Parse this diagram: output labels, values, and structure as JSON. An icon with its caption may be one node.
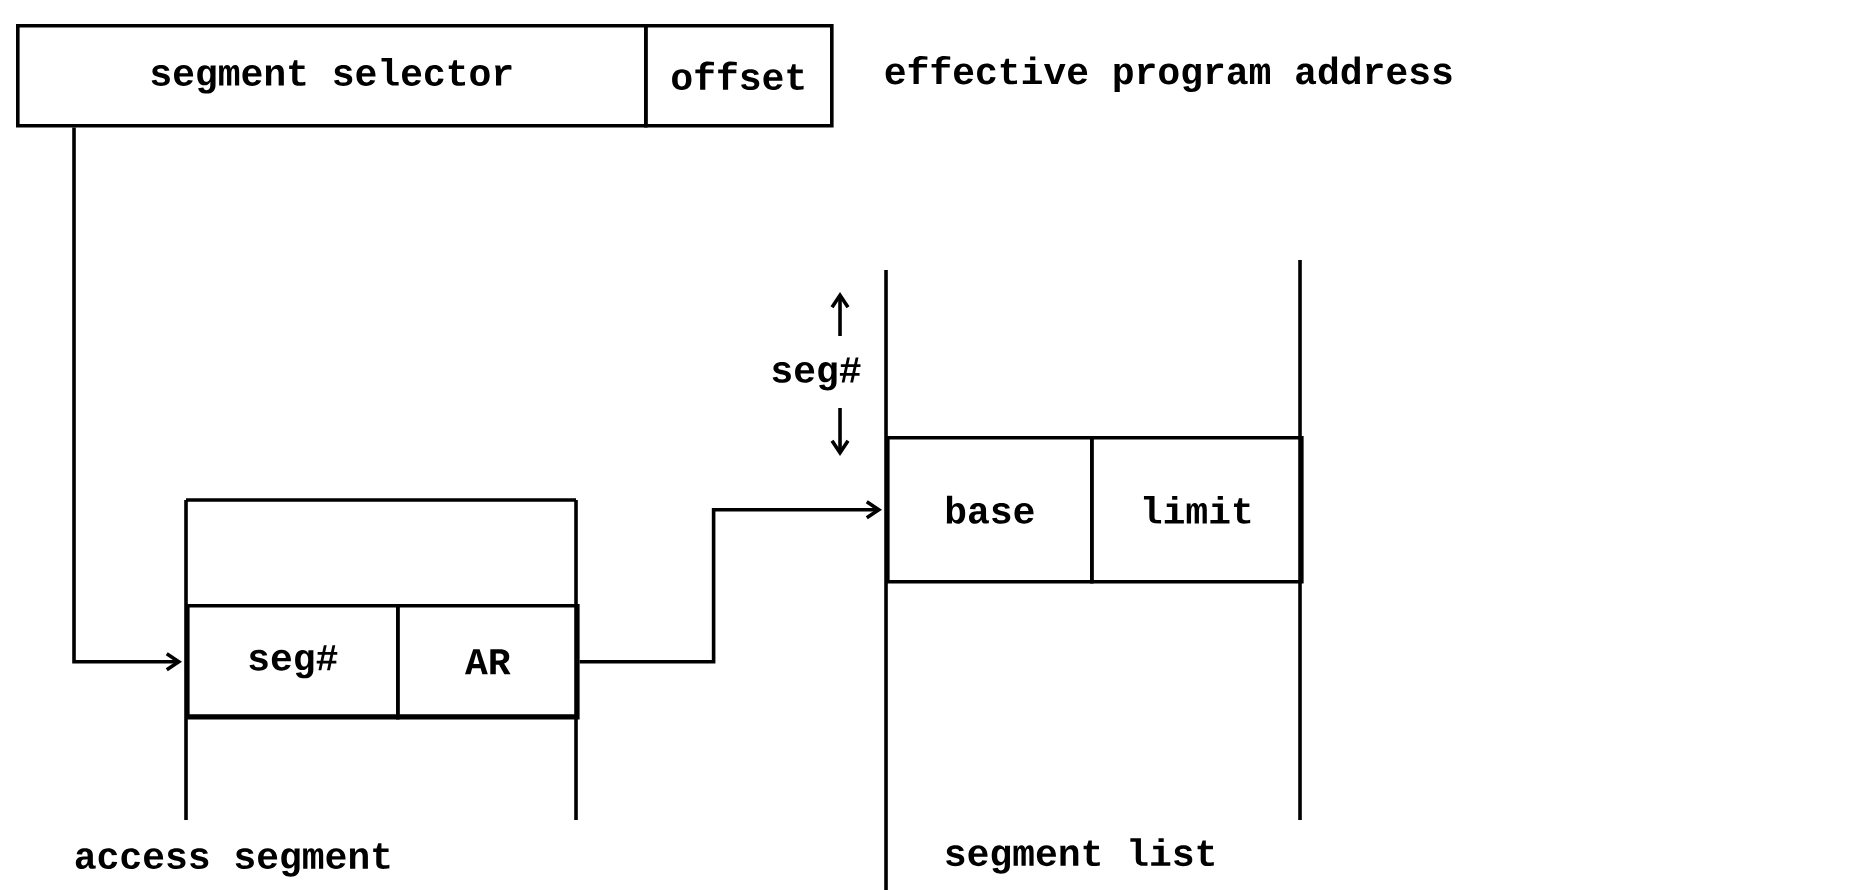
{
  "diagram": {
    "nodes": [
      {
        "text": [
          "segment selector"
        ]
      },
      {
        "text": [
          "offset"
        ]
      },
      {
        "text": [
          "seg#"
        ]
      },
      {
        "text": [
          "AR"
        ]
      },
      {
        "text": [
          "base"
        ]
      },
      {
        "text": [
          "limit"
        ]
      }
    ],
    "edges": [
      {
        "from": 0,
        "to": 2,
        "arrow": "to"
      },
      {
        "from": 3,
        "to": 4,
        "arrow": "to"
      }
    ],
    "labels": [
      "effective program address",
      "seg#",
      "access segment",
      "segment list"
    ]
  }
}
